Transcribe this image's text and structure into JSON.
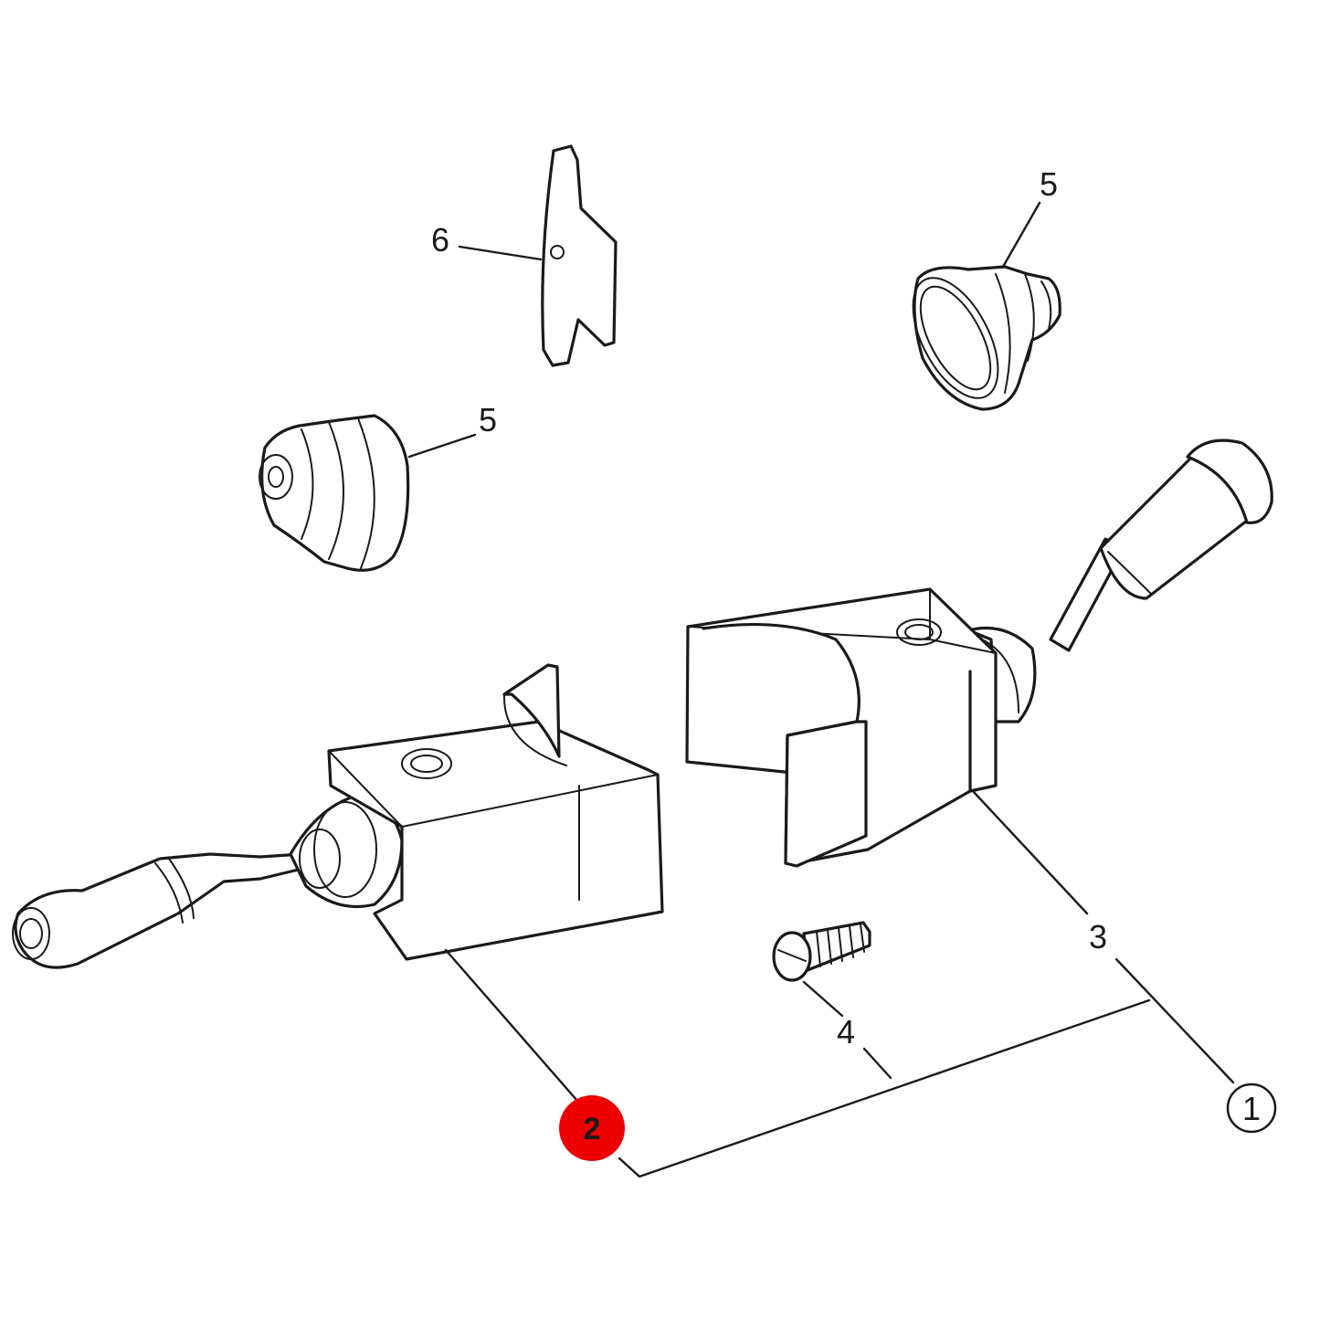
{
  "callouts": {
    "c1": "1",
    "c2": "2",
    "c3": "3",
    "c4": "4",
    "c5_top": "5",
    "c5_left": "5",
    "c6": "6"
  },
  "highlight_color": "#ee0000"
}
